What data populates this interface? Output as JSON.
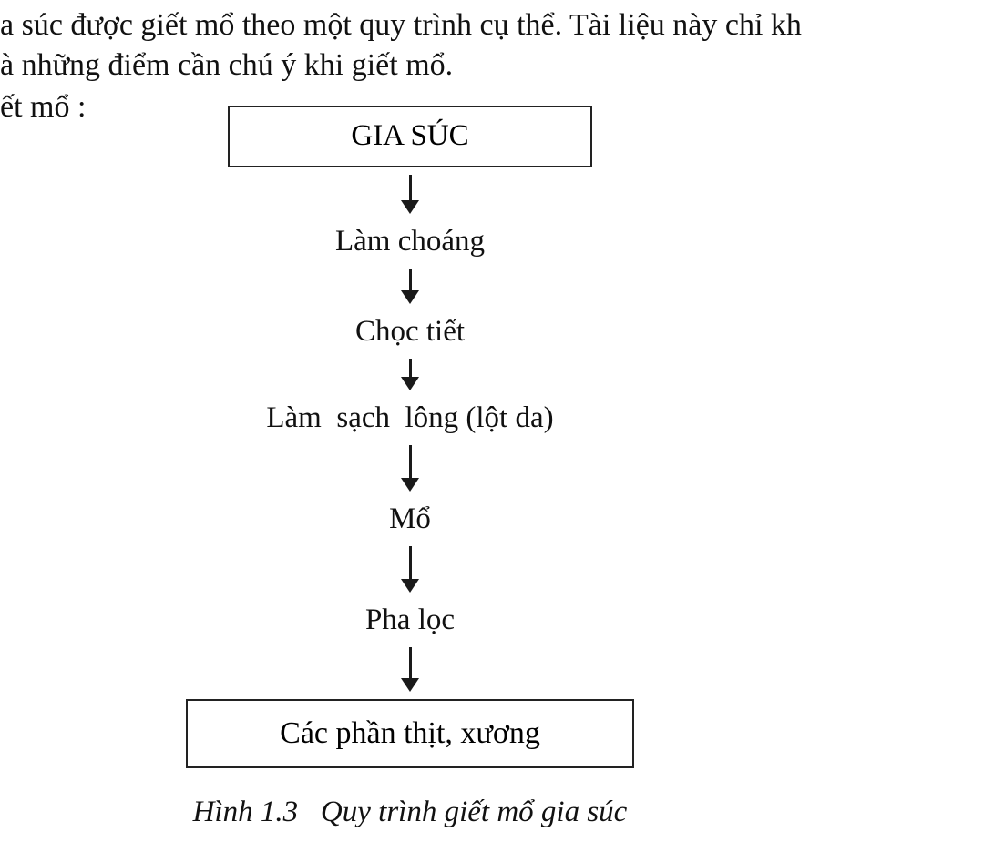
{
  "page": {
    "line1": "a súc được giết mổ theo một quy trình cụ thể. Tài liệu này chỉ kh",
    "line2": "à những điểm cần chú ý khi giết mổ.",
    "line3": "ết mổ :",
    "caption": "Hình 1.3   Quy trình giết mổ gia súc"
  },
  "flowchart": {
    "title": "Quy trình giết mổ gia súc",
    "nodes": [
      {
        "label": "GIA SÚC",
        "boxed": true
      },
      {
        "label": "Làm choáng",
        "boxed": false
      },
      {
        "label": "Chọc tiết",
        "boxed": false
      },
      {
        "label": "Làm  sạch  lông (lột da)",
        "boxed": false
      },
      {
        "label": "Mổ",
        "boxed": false
      },
      {
        "label": "Pha lọc",
        "boxed": false
      },
      {
        "label": "Các phần thịt, xương",
        "boxed": true
      }
    ],
    "line_color": "#1a1a1a",
    "box_border_color": "#222222"
  }
}
